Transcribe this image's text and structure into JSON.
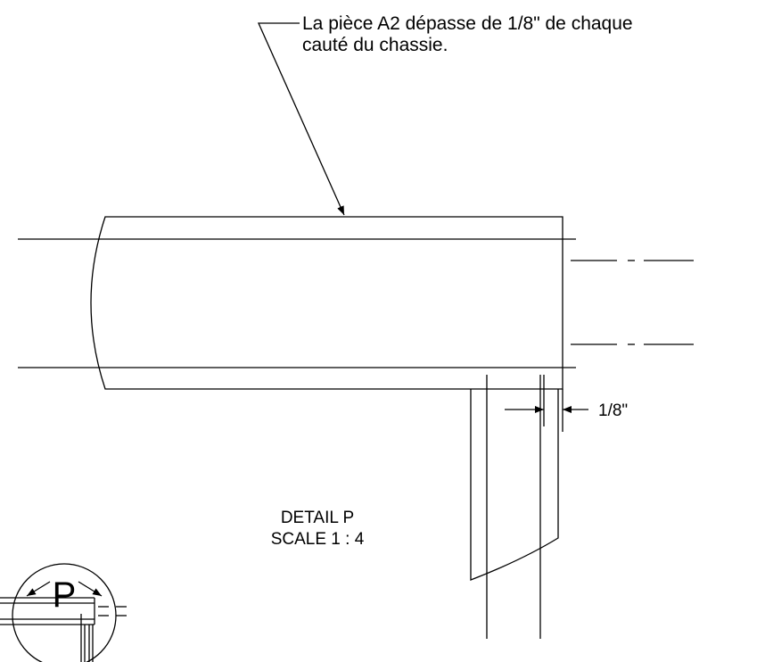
{
  "note": {
    "line1": "La pièce A2 dépasse de 1/8\" de chaque",
    "line2": "cauté du chassie."
  },
  "dimension": {
    "value": "1/8\""
  },
  "detail": {
    "title": "DETAIL P",
    "scale": "SCALE 1 : 4"
  },
  "detail_marker": {
    "label": "P"
  },
  "colors": {
    "line": "#000000",
    "background": "#ffffff"
  }
}
